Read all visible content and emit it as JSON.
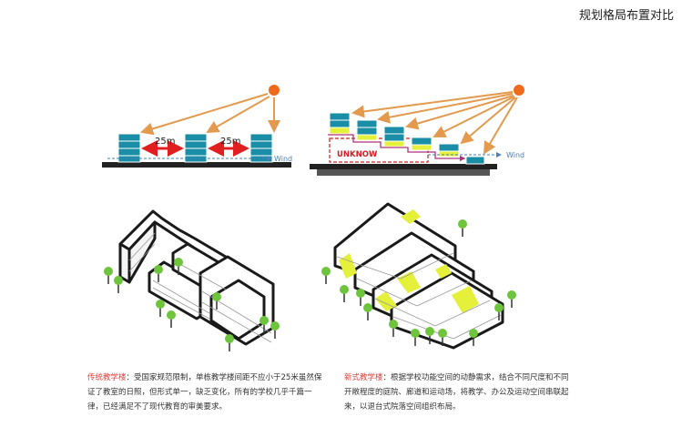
{
  "header": {
    "title": "规划格局布置对比"
  },
  "traditional": {
    "spacing_label_1": "25m",
    "spacing_label_2": "25m",
    "wind_label": "Wind",
    "caption_title": "传统教学楼",
    "caption_text": "：受国家规范限制，单栋教学楼间距不应小于25米虽然保证了教室的日照，但形式单一，缺乏变化，所有的学校几乎千篇一律，已经满足不了现代教育的审美要求。"
  },
  "modern": {
    "unknown_label": "UNKNOW",
    "wind_label": "Wind",
    "caption_title": "新式教学楼",
    "caption_text": "：根据学校功能空间的动静需求，结合不同尺度和不同开敞程度的庭院、廊道和运动场，将教学、办公及运动空间串联起来，以退台式院落空间组织布局。"
  },
  "colors": {
    "building_teal": "#1a8ea6",
    "sun_orange": "#ee6b1e",
    "arrow_red": "#e02020",
    "highlight_yellow": "#e4f03a",
    "tree_green": "#6ec43c"
  }
}
